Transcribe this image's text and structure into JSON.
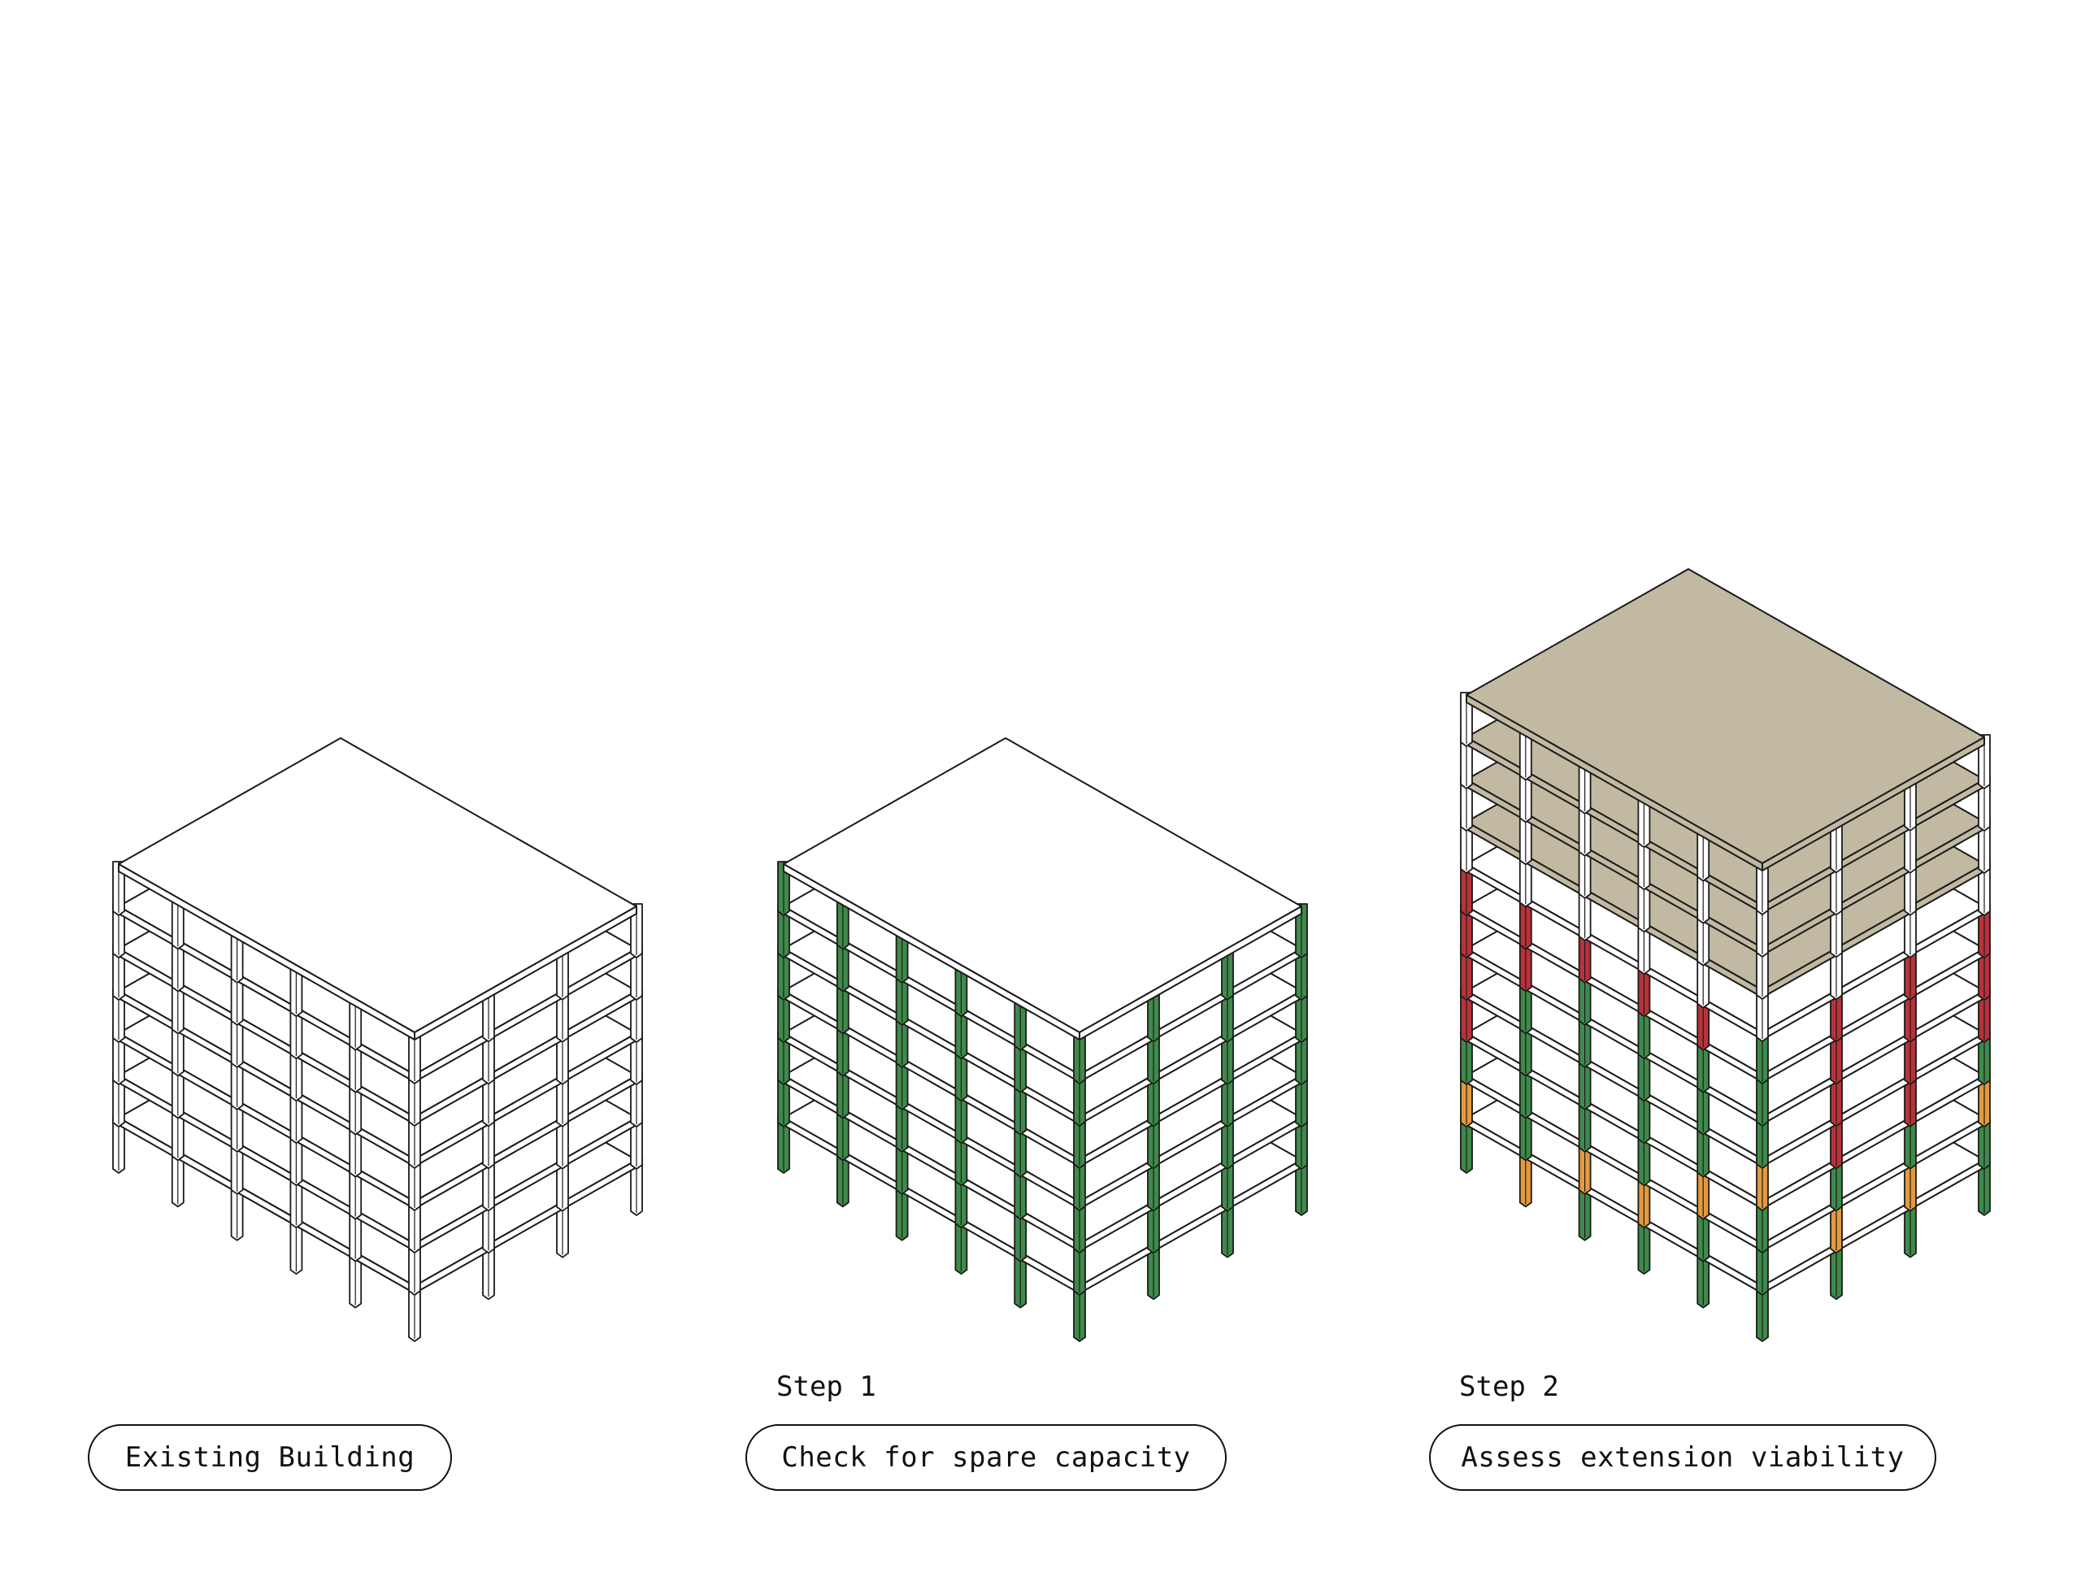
{
  "panels": [
    {
      "id": "existing",
      "step_label": "",
      "button_label": "Existing Building",
      "storeys": 7,
      "extension_storeys": 0,
      "column_colors": []
    },
    {
      "id": "step1",
      "step_label": "Step 1",
      "button_label": "Check for spare capacity",
      "storeys": 7,
      "extension_storeys": 0,
      "column_colors": [
        "green"
      ]
    },
    {
      "id": "step2",
      "step_label": "Step 2",
      "button_label": "Assess extension viability",
      "storeys": 11,
      "extension_storeys": 4,
      "column_colors": [
        "green",
        "orange",
        "red",
        "grey"
      ]
    }
  ],
  "colors": {
    "outline": "#1a1a1a",
    "slab": "#ffffff",
    "extension_slab": "#c2b9a2",
    "column_green": "#3f8a4a",
    "column_orange": "#e39a3c",
    "column_red": "#b8323a",
    "column_plain": "#ffffff"
  }
}
